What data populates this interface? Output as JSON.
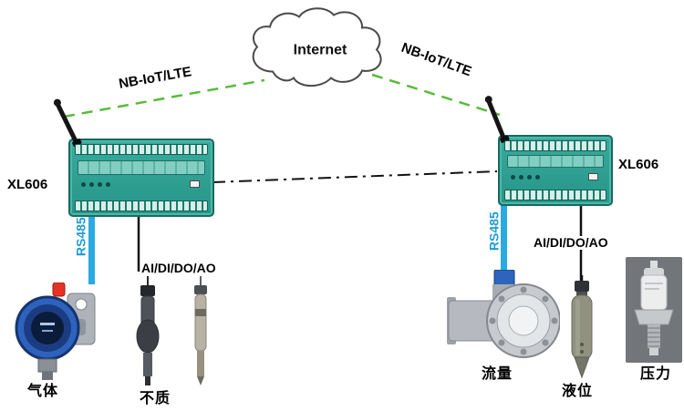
{
  "cloud": {
    "label": "Internet"
  },
  "links": {
    "left_wireless_label": "NB-IoT/LTE",
    "right_wireless_label": "NB-IoT/LTE"
  },
  "devices": {
    "left": {
      "model": "XL606",
      "bus_label": "RS485",
      "io_label": "AI/DI/DO/AO"
    },
    "right": {
      "model": "XL606",
      "bus_label": "RS485",
      "io_label": "AI/DI/DO/AO"
    }
  },
  "sensors": {
    "left": [
      {
        "label": "气体"
      },
      {
        "label": "不质"
      }
    ],
    "right": [
      {
        "label": "流量"
      },
      {
        "label": "液位"
      },
      {
        "label": "压力"
      }
    ]
  },
  "colors": {
    "wireless_link_green": "#58bb3a",
    "rs485_blue": "#29abe2",
    "device_teal": "#2fa193",
    "wire_black": "#111111"
  }
}
